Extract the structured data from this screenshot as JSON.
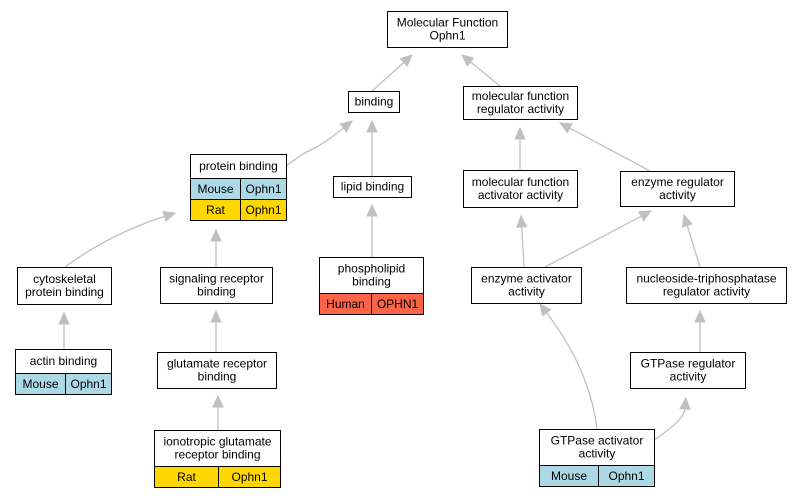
{
  "colors": {
    "mouse": "#add8e6",
    "rat": "#ffd700",
    "human": "#fa6448",
    "edge": "#c0c0c0"
  },
  "nodes": {
    "root": {
      "lines": [
        "Molecular Function",
        "Ophn1"
      ]
    },
    "binding": {
      "lines": [
        "binding"
      ]
    },
    "mf_regulator": {
      "lines": [
        "molecular function",
        "regulator activity"
      ]
    },
    "protein_binding": {
      "lines": [
        "protein binding"
      ],
      "rows": [
        {
          "species": "Mouse",
          "gene": "Ophn1",
          "color": "mouse"
        },
        {
          "species": "Rat",
          "gene": "Ophn1",
          "color": "rat"
        }
      ]
    },
    "lipid_binding": {
      "lines": [
        "lipid binding"
      ]
    },
    "mf_activator": {
      "lines": [
        "molecular function",
        "activator activity"
      ]
    },
    "enzyme_regulator": {
      "lines": [
        "enzyme regulator",
        "activity"
      ]
    },
    "cytoskeletal": {
      "lines": [
        "cytoskeletal",
        "protein binding"
      ]
    },
    "signaling_receptor": {
      "lines": [
        "signaling receptor",
        "binding"
      ]
    },
    "phospholipid": {
      "lines": [
        "phospholipid",
        "binding"
      ],
      "rows": [
        {
          "species": "Human",
          "gene": "OPHN1",
          "color": "human"
        }
      ]
    },
    "enzyme_activator": {
      "lines": [
        "enzyme activator",
        "activity"
      ]
    },
    "ntpase_regulator": {
      "lines": [
        "nucleoside-triphosphatase",
        "regulator activity"
      ]
    },
    "actin_binding": {
      "lines": [
        "actin binding"
      ],
      "rows": [
        {
          "species": "Mouse",
          "gene": "Ophn1",
          "color": "mouse"
        }
      ]
    },
    "glutamate_receptor": {
      "lines": [
        "glutamate receptor",
        "binding"
      ]
    },
    "gtpase_regulator": {
      "lines": [
        "GTPase regulator",
        "activity"
      ]
    },
    "ionotropic": {
      "lines": [
        "ionotropic glutamate",
        "receptor binding"
      ],
      "rows": [
        {
          "species": "Rat",
          "gene": "Ophn1",
          "color": "rat"
        }
      ]
    },
    "gtpase_activator": {
      "lines": [
        "GTPase activator",
        "activity"
      ],
      "rows": [
        {
          "species": "Mouse",
          "gene": "Ophn1",
          "color": "mouse"
        }
      ]
    }
  },
  "edges": [
    {
      "from": "binding",
      "to": "root"
    },
    {
      "from": "mf_regulator",
      "to": "root"
    },
    {
      "from": "protein_binding",
      "to": "binding"
    },
    {
      "from": "lipid_binding",
      "to": "binding"
    },
    {
      "from": "mf_activator",
      "to": "mf_regulator"
    },
    {
      "from": "enzyme_regulator",
      "to": "mf_regulator"
    },
    {
      "from": "cytoskeletal",
      "to": "protein_binding"
    },
    {
      "from": "signaling_receptor",
      "to": "protein_binding"
    },
    {
      "from": "phospholipid",
      "to": "lipid_binding"
    },
    {
      "from": "enzyme_activator",
      "to": "mf_activator"
    },
    {
      "from": "enzyme_activator",
      "to": "enzyme_regulator"
    },
    {
      "from": "ntpase_regulator",
      "to": "enzyme_regulator"
    },
    {
      "from": "actin_binding",
      "to": "cytoskeletal"
    },
    {
      "from": "glutamate_receptor",
      "to": "signaling_receptor"
    },
    {
      "from": "gtpase_regulator",
      "to": "ntpase_regulator"
    },
    {
      "from": "ionotropic",
      "to": "glutamate_receptor"
    },
    {
      "from": "gtpase_activator",
      "to": "enzyme_activator"
    },
    {
      "from": "gtpase_activator",
      "to": "gtpase_regulator"
    }
  ]
}
